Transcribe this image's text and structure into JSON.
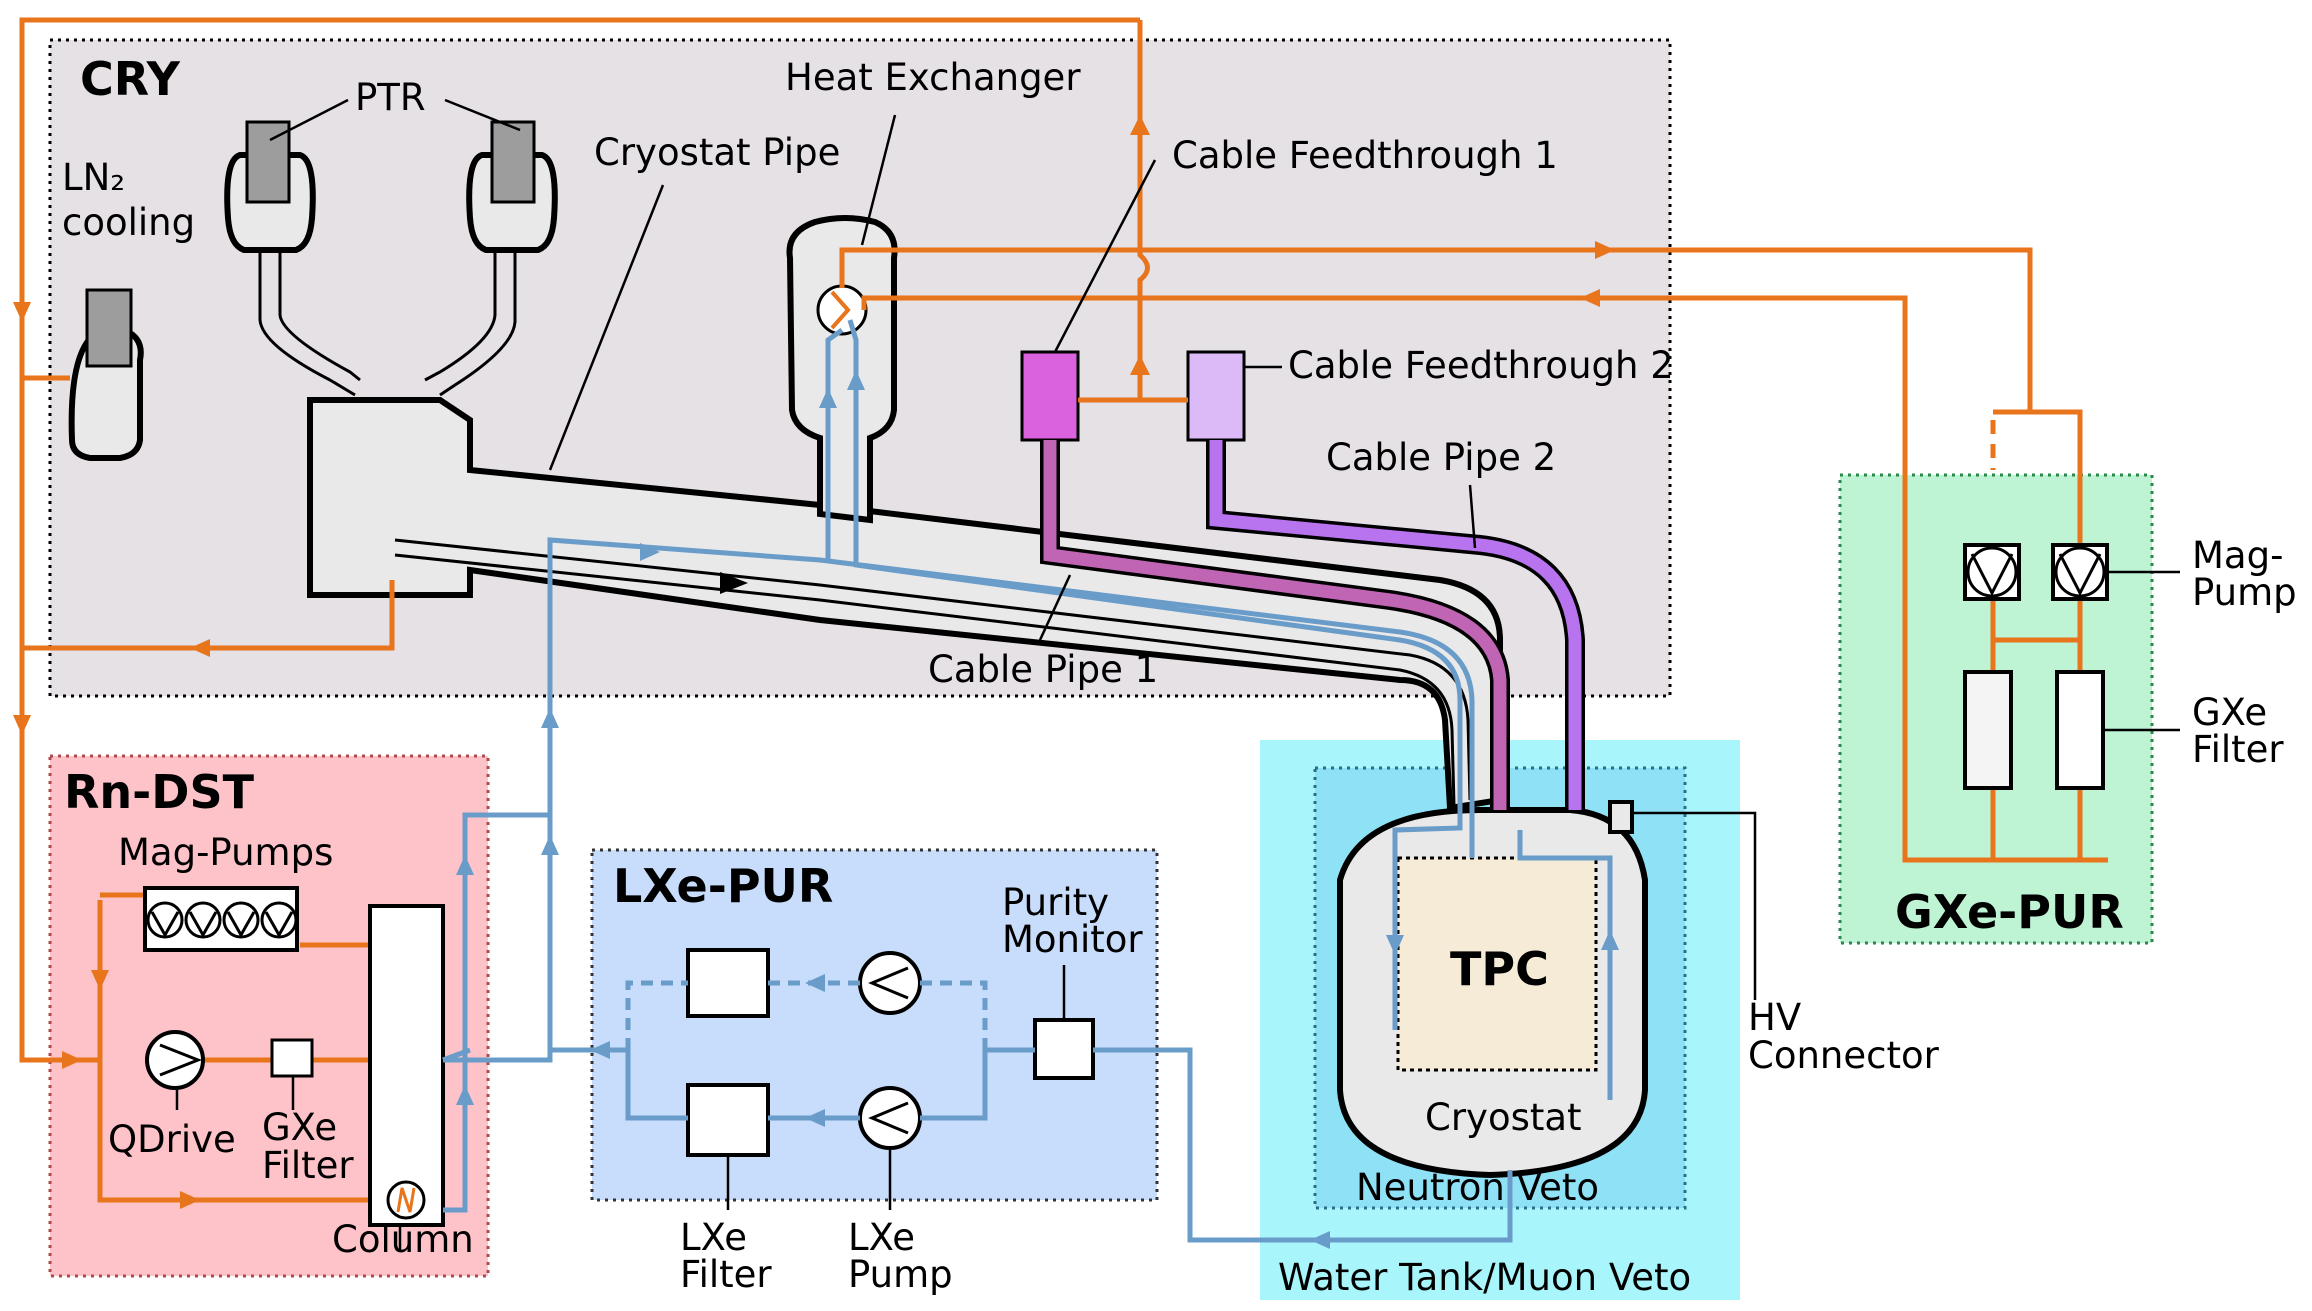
{
  "regions": {
    "cry": "CRY",
    "rn_dst": "Rn-DST",
    "lxe_pur": "LXe-PUR",
    "gxe_pur": "GXe-PUR",
    "water_tank": "Water Tank/Muon Veto",
    "neutron_veto": "Neutron Veto"
  },
  "cry_labels": {
    "ptr": "PTR",
    "ln2_line1": "LN₂",
    "ln2_line2": "cooling",
    "cryostat_pipe": "Cryostat Pipe",
    "heat_exchanger": "Heat Exchanger",
    "cable_feedthrough_1": "Cable Feedthrough 1",
    "cable_feedthrough_2": "Cable Feedthrough 2",
    "cable_pipe_1": "Cable Pipe 1",
    "cable_pipe_2": "Cable Pipe 2"
  },
  "rn_labels": {
    "mag_pumps": "Mag-Pumps",
    "qdrive": "QDrive",
    "gxe_filter_line1": "GXe",
    "gxe_filter_line2": "Filter",
    "column": "Column"
  },
  "lxe_labels": {
    "purity_line1": "Purity",
    "purity_line2": "Monitor",
    "filter_line1": "LXe",
    "filter_line2": "Filter",
    "pump_line1": "LXe",
    "pump_line2": "Pump"
  },
  "detector_labels": {
    "tpc": "TPC",
    "cryostat": "Cryostat",
    "hv_line1": "HV",
    "hv_line2": "Connector"
  },
  "gxe_labels": {
    "mag_line1": "Mag-",
    "mag_line2": "Pump",
    "filter_line1": "GXe",
    "filter_line2": "Filter"
  },
  "colors": {
    "gas_line": "#e8741c",
    "liquid_line": "#6a9cc9",
    "cable_pipe_1": "#c064b4",
    "cable_pipe_2": "#b774ee",
    "feedthrough_1": "#db62de",
    "feedthrough_2": "#dcb9f7"
  }
}
